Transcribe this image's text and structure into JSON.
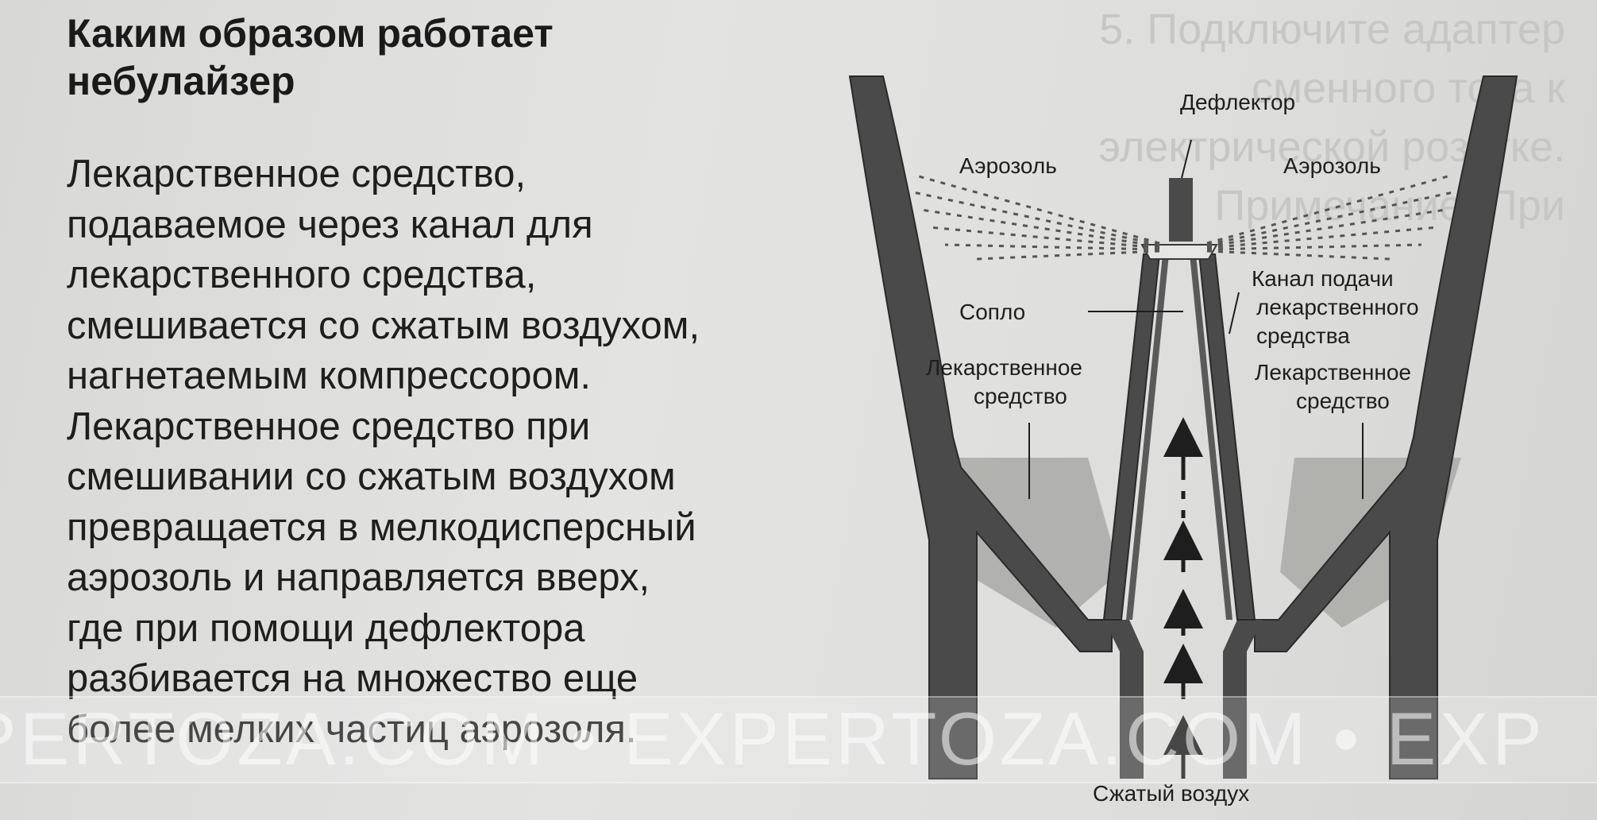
{
  "title": {
    "line1": "Каким образом работает",
    "line2": "небулайзер"
  },
  "body_lines": [
    "Лекарственное средство,",
    "подаваемое через канал для",
    "лекарственного средства,",
    "смешивается со сжатым воздухом,",
    "нагнетаемым компрессором.",
    "Лекарственное средство при",
    "смешивании со сжатым воздухом",
    "превращается в мелкодисперсный",
    "аэрозоль и направляется вверх,",
    "где при помощи дефлектора",
    "разбивается на множество еще",
    "более мелких частиц аэрозоля."
  ],
  "diagram": {
    "deflector": "Дефлектор",
    "aerosol_left": "Аэрозоль",
    "aerosol_right": "Аэрозоль",
    "nozzle": "Сопло",
    "channel_line1": "Канал подачи",
    "channel_line2": "лекарственного",
    "channel_line3": "средства",
    "medicine_left_line1": "Лекарственное",
    "medicine_left_line2": "средство",
    "medicine_right_line1": "Лекарственное",
    "medicine_right_line2": "средство",
    "compressed_air": "Сжатый воздух"
  },
  "background_text": [
    "5. Подключите адаптер",
    "сменного тока к",
    "электрической розетке.",
    "Примечание: При"
  ],
  "watermark": "PERTOZA.COM • EXPERTOZA.COM • EXP",
  "colors": {
    "wall": "#4a4a4a",
    "liquid": "#a9a9a7",
    "text": "#1e1e1e"
  }
}
